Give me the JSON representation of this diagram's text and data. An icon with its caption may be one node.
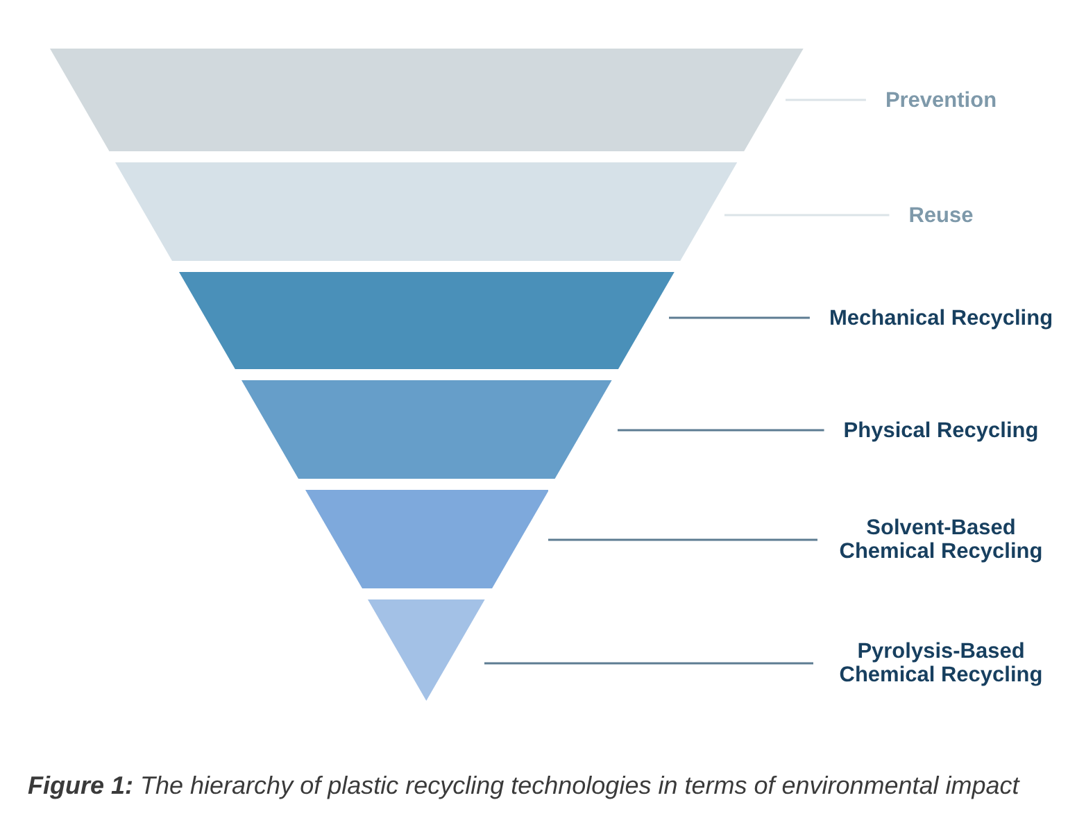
{
  "diagram": {
    "caption": "**Figure 1:** The hierarchy of plastic recycling technologies in terms of environmental impact",
    "nodes": [
      {
        "text": [],
        "shape": "trapezoid"
      },
      {
        "text": [],
        "shape": "trapezoid"
      },
      {
        "text": [],
        "shape": "trapezoid"
      },
      {
        "text": [],
        "shape": "trapezoid"
      },
      {
        "text": [],
        "shape": "trapezoid"
      },
      {
        "text": [],
        "shape": "triangle"
      },
      {
        "text": [
          "Prevention"
        ]
      },
      {
        "text": [
          "Reuse"
        ]
      },
      {
        "text": [
          "Mechanical Recycling"
        ]
      },
      {
        "text": [
          "Physical Recycling"
        ]
      },
      {
        "text": [
          "Solvent-Based Chemical Recycling"
        ]
      },
      {
        "text": [
          "Pyrolysis-Based Chemical Recycling"
        ]
      }
    ],
    "edges": [
      {
        "from": 6,
        "to": 0,
        "arrow": "none",
        "color": "#dbe3e8"
      },
      {
        "from": 7,
        "to": 1,
        "arrow": "none",
        "color": "#dbe3e8"
      },
      {
        "from": 8,
        "to": 2,
        "arrow": "none"
      },
      {
        "from": 9,
        "to": 3,
        "arrow": "none"
      },
      {
        "from": 10,
        "to": 4,
        "arrow": "none"
      },
      {
        "from": 11,
        "to": 5,
        "arrow": "none"
      }
    ]
  }
}
